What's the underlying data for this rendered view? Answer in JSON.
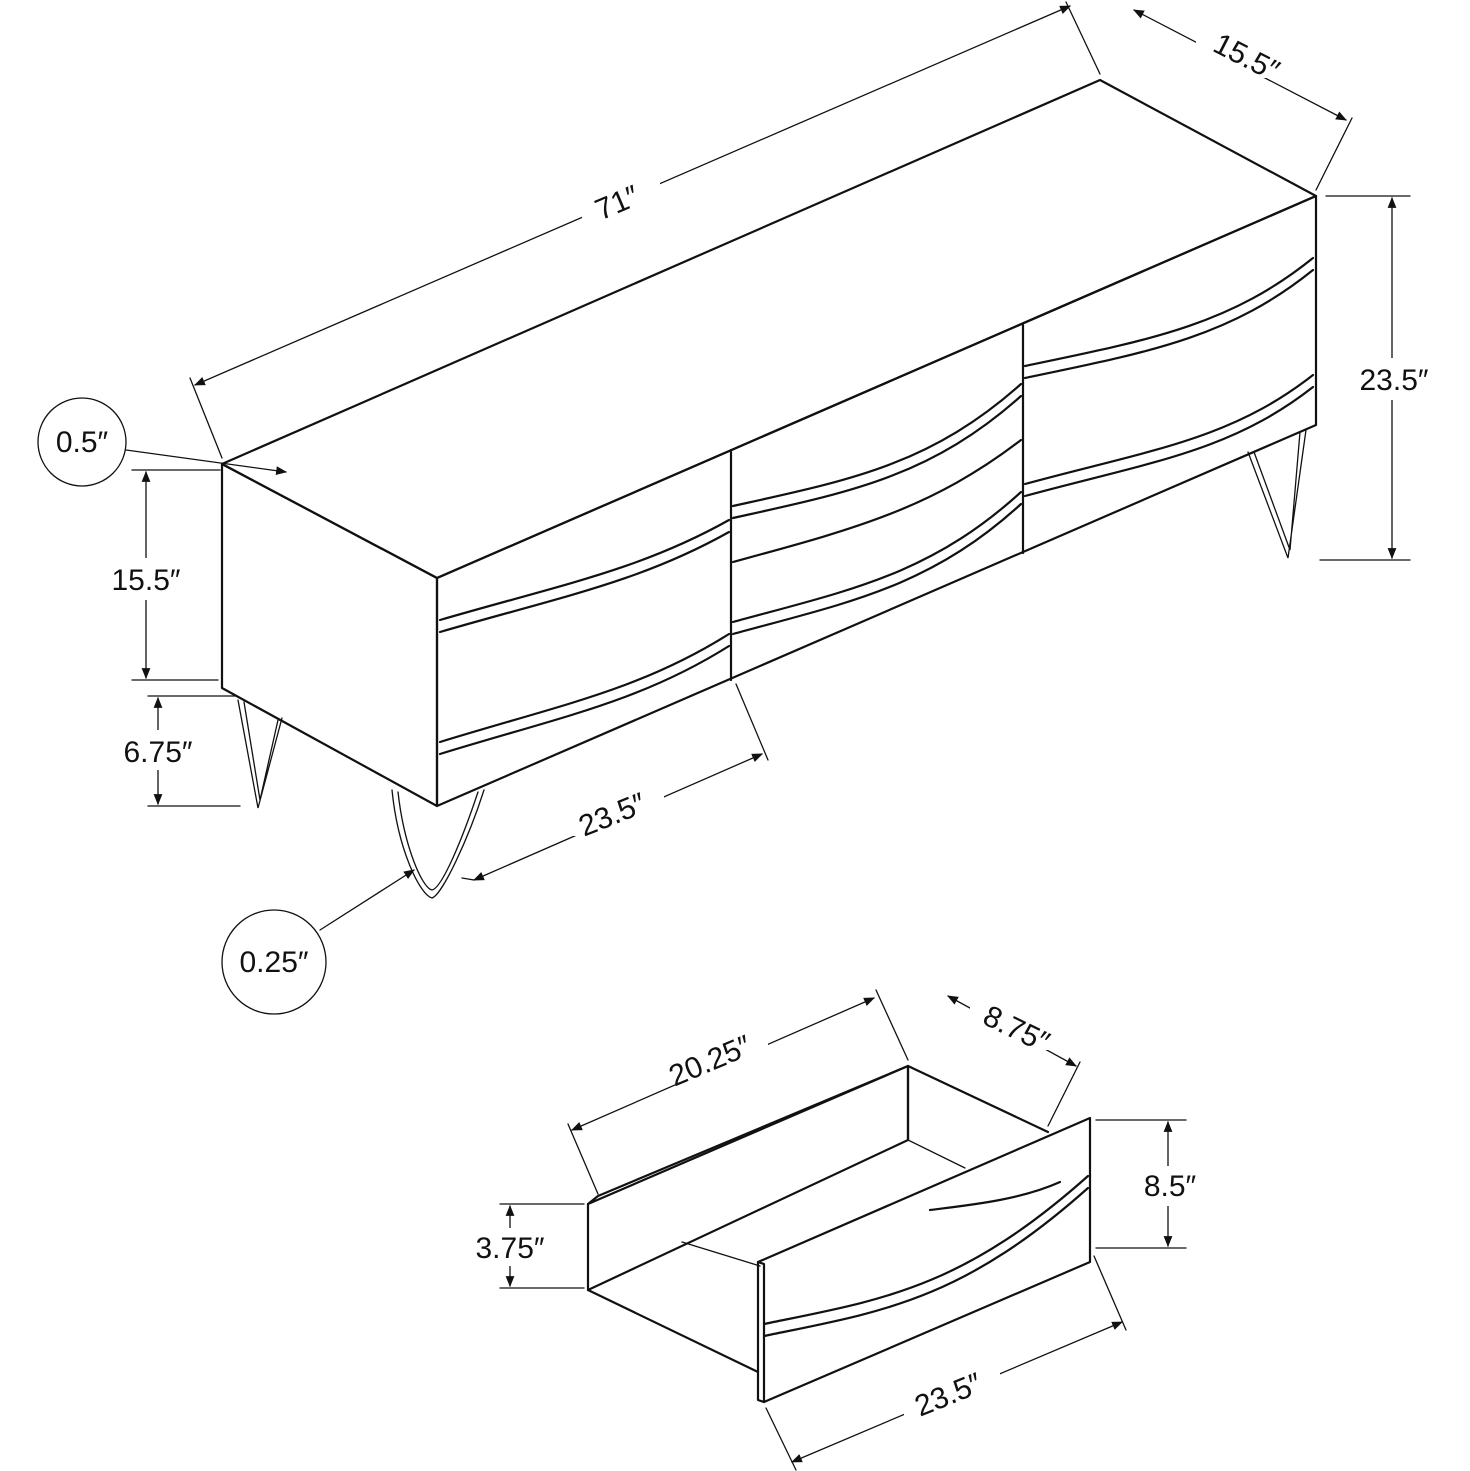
{
  "diagram": {
    "colors": {
      "line": "#111111",
      "background": "#ffffff"
    },
    "cabinet": {
      "width": "71″",
      "depth": "15.5″",
      "height": "23.5″",
      "top_thickness": "0.5″",
      "body_height": "15.5″",
      "leg_height": "6.75″",
      "section_width": "23.5″",
      "leg_thickness": "0.25″"
    },
    "drawer": {
      "length": "20.25″",
      "inner_depth": "8.75″",
      "front_height": "8.5″",
      "side_height": "3.75″",
      "front_width": "23.5″"
    }
  }
}
